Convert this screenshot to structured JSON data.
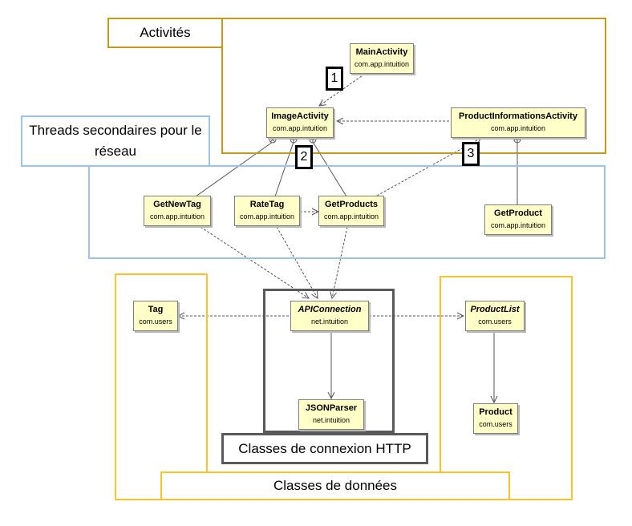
{
  "groups": {
    "activites": "Activités",
    "threads": "Threads secondaires pour le réseau",
    "http": "Classes de connexion HTTP",
    "donnees": "Classes de données"
  },
  "classes": {
    "main_activity": {
      "name": "MainActivity",
      "package": "com.app.intuition"
    },
    "image_activity": {
      "name": "ImageActivity",
      "package": "com.app.intuition"
    },
    "product_info_activity": {
      "name": "ProductInformationsActivity",
      "package": "com.app.intuition"
    },
    "get_new_tag": {
      "name": "GetNewTag",
      "package": "com.app.intuition"
    },
    "rate_tag": {
      "name": "RateTag",
      "package": "com.app.intuition"
    },
    "get_products": {
      "name": "GetProducts",
      "package": "com.app.intuition"
    },
    "get_product": {
      "name": "GetProduct",
      "package": "com.app.intuition"
    },
    "tag": {
      "name": "Tag",
      "package": "com.users"
    },
    "api_connection": {
      "name": "APIConnection",
      "package": "net.intuition"
    },
    "json_parser": {
      "name": "JSONParser",
      "package": "net.intuition"
    },
    "product_list": {
      "name": "ProductList",
      "package": "com.users"
    },
    "product": {
      "name": "Product",
      "package": "com.users"
    }
  },
  "badges": [
    "1",
    "2",
    "3"
  ]
}
